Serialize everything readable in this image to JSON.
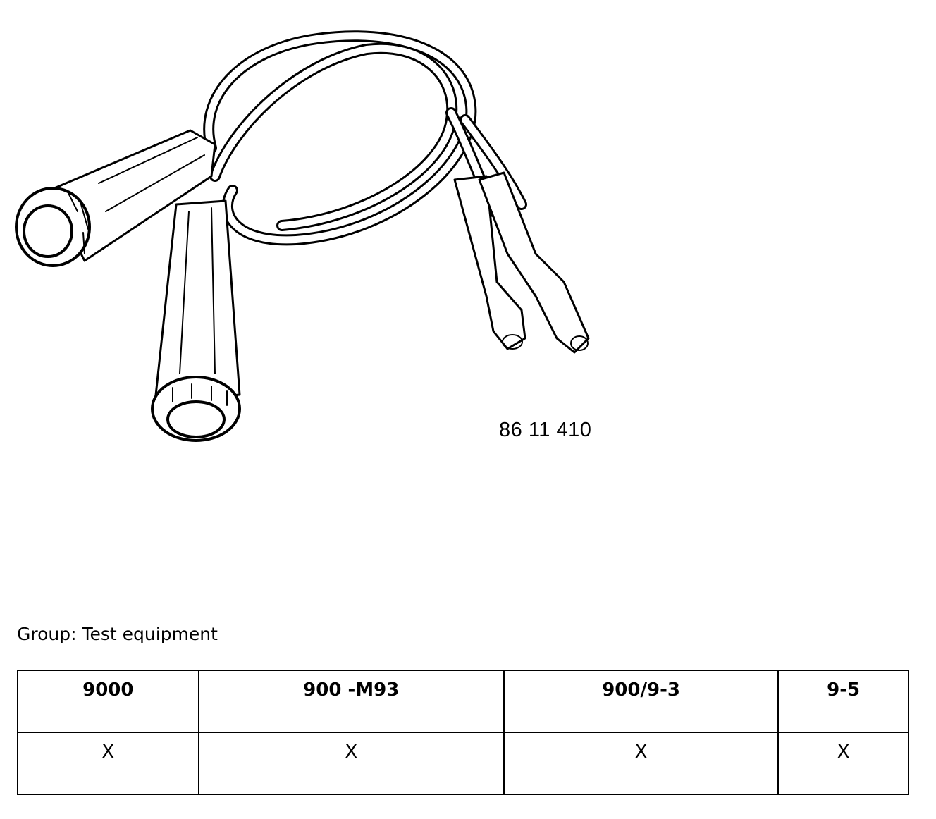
{
  "illustration": {
    "icon": "test-cable-icon",
    "stroke_color": "#000000",
    "fill_color": "#ffffff"
  },
  "part_number": "86 11 410",
  "group_label": "Group: Test equipment",
  "compat_table": {
    "headers": [
      "9000",
      "900 -M93",
      "900/9-3",
      "9-5"
    ],
    "row": [
      "X",
      "X",
      "X",
      "X"
    ]
  }
}
